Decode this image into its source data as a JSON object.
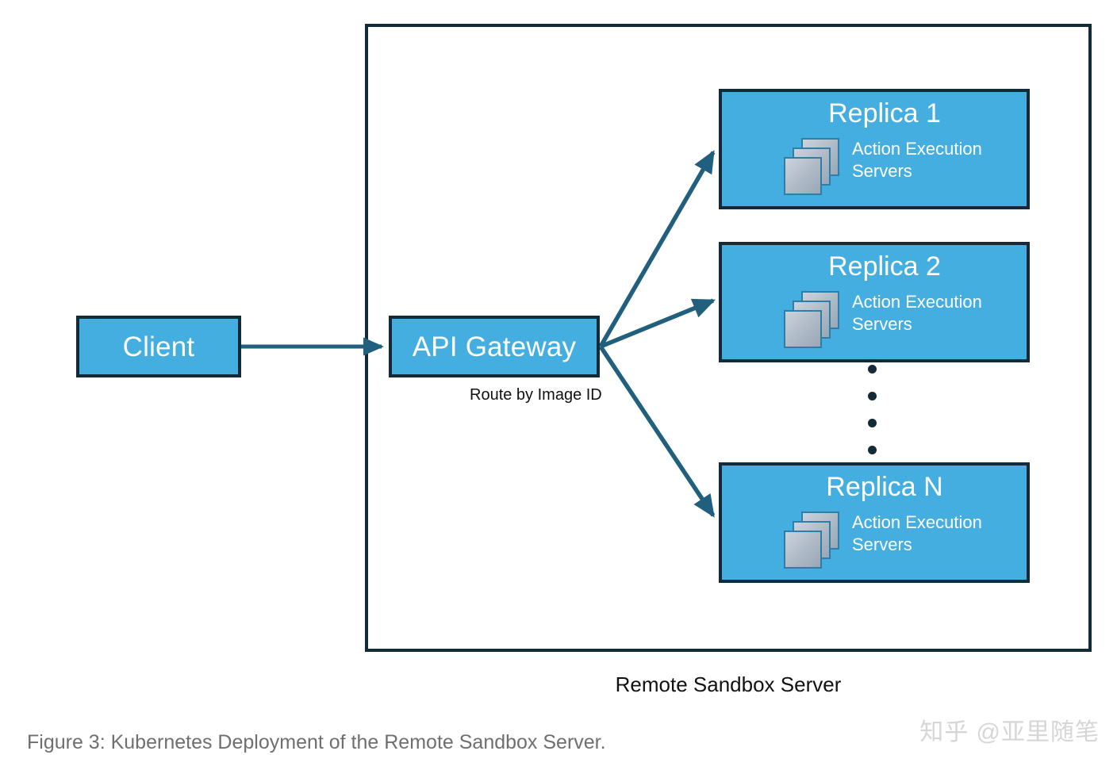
{
  "figure": {
    "caption": "Figure 3: Kubernetes Deployment of the Remote Sandbox Server.",
    "watermark": "知乎 @亚里随笔"
  },
  "diagram": {
    "container_label": "Remote Sandbox Server",
    "colors": {
      "node_fill": "#45AEE0",
      "node_border": "#132B38",
      "connector": "#215F7E",
      "icon_fill": "#AEB9C6",
      "icon_border": "#2E7EA8",
      "text_on_node": "#FFFFFF",
      "caption_text": "#6F6F6F"
    },
    "client": {
      "label": "Client"
    },
    "gateway": {
      "label": "API Gateway",
      "sublabel": "Route by Image ID"
    },
    "replicas": [
      {
        "title": "Replica 1",
        "servers_label": "Action Execution Servers",
        "icon": "stacked-servers-icon"
      },
      {
        "title": "Replica 2",
        "servers_label": "Action Execution Servers",
        "icon": "stacked-servers-icon"
      },
      {
        "title": "Replica N",
        "servers_label": "Action Execution Servers",
        "icon": "stacked-servers-icon"
      }
    ],
    "ellipsis_dots": 4,
    "edges": [
      {
        "from": "Client",
        "to": "API Gateway",
        "label": ""
      },
      {
        "from": "API Gateway",
        "to": "Replica 1",
        "label": ""
      },
      {
        "from": "API Gateway",
        "to": "Replica 2",
        "label": ""
      },
      {
        "from": "API Gateway",
        "to": "Replica N",
        "label": ""
      }
    ]
  }
}
